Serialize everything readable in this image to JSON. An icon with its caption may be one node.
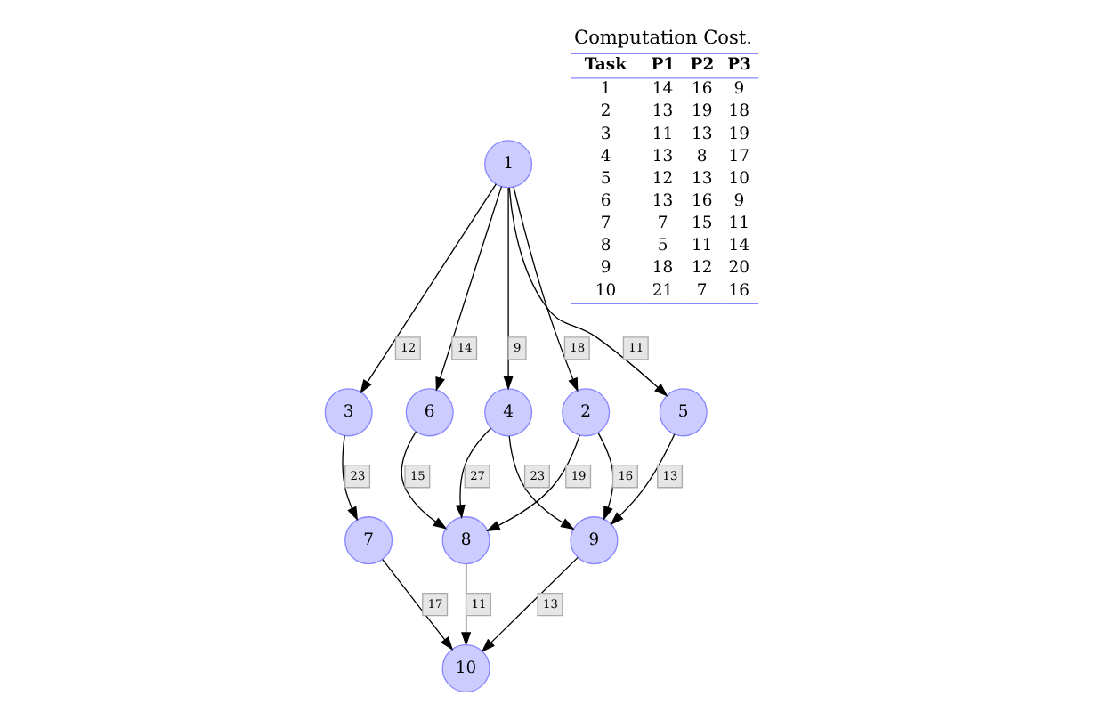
{
  "diagram": {
    "nodes": [
      {
        "text": [
          "1"
        ]
      },
      {
        "text": [
          "2"
        ]
      },
      {
        "text": [
          "3"
        ]
      },
      {
        "text": [
          "4"
        ]
      },
      {
        "text": [
          "5"
        ]
      },
      {
        "text": [
          "6"
        ]
      },
      {
        "text": [
          "7"
        ]
      },
      {
        "text": [
          "8"
        ]
      },
      {
        "text": [
          "9"
        ]
      },
      {
        "text": [
          "10"
        ]
      }
    ],
    "edges": [
      {
        "from": 0,
        "to": 1,
        "arrow": "to",
        "label": "18"
      },
      {
        "from": 0,
        "to": 2,
        "arrow": "to",
        "label": "12"
      },
      {
        "from": 0,
        "to": 3,
        "arrow": "to",
        "label": "9"
      },
      {
        "from": 0,
        "to": 4,
        "arrow": "to",
        "label": "11"
      },
      {
        "from": 0,
        "to": 5,
        "arrow": "to",
        "label": "14"
      },
      {
        "from": 1,
        "to": 7,
        "arrow": "to",
        "label": "19"
      },
      {
        "from": 1,
        "to": 8,
        "arrow": "to",
        "label": "16"
      },
      {
        "from": 2,
        "to": 6,
        "arrow": "to",
        "label": "23"
      },
      {
        "from": 3,
        "to": 7,
        "arrow": "to",
        "label": "27"
      },
      {
        "from": 3,
        "to": 8,
        "arrow": "to",
        "label": "23"
      },
      {
        "from": 4,
        "to": 8,
        "arrow": "to",
        "label": "13"
      },
      {
        "from": 5,
        "to": 7,
        "arrow": "to",
        "label": "15"
      },
      {
        "from": 6,
        "to": 9,
        "arrow": "to",
        "label": "17"
      },
      {
        "from": 7,
        "to": 9,
        "arrow": "to",
        "label": "11"
      },
      {
        "from": 8,
        "to": 9,
        "arrow": "to",
        "label": "13"
      }
    ],
    "labels": [
      "Computation Cost.",
      "Task",
      "P1",
      "P2",
      "P3",
      "1",
      "14",
      "16",
      "9",
      "2",
      "13",
      "19",
      "18",
      "3",
      "11",
      "13",
      "19",
      "4",
      "13",
      "8",
      "17",
      "5",
      "12",
      "13",
      "10",
      "6",
      "13",
      "16",
      "9",
      "7",
      "7",
      "15",
      "11",
      "8",
      "5",
      "11",
      "14",
      "9",
      "18",
      "12",
      "20",
      "10",
      "21",
      "7",
      "16"
    ]
  }
}
